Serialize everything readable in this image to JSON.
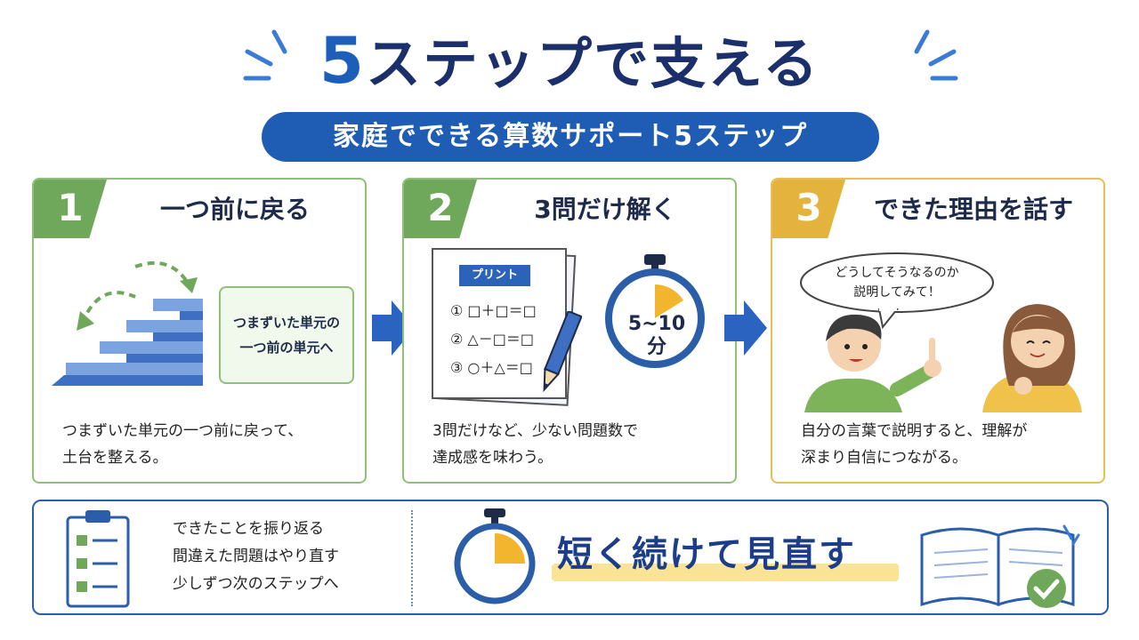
{
  "title": {
    "num": "5",
    "rest": "ステップで支える"
  },
  "subtitle": "家庭でできる算数サポート5ステップ",
  "steps": [
    {
      "num": "1",
      "title": "一つ前に戻る",
      "note": "つまずいた単元の\n一つ前の単元へ",
      "text": "つまずいた単元の一つ前に戻って、\n土台を整える。"
    },
    {
      "num": "2",
      "title": "3問だけ解く",
      "print_label": "プリント",
      "lines": [
        "① □＋□＝□",
        "② △－□＝□",
        "③ ○＋△＝□"
      ],
      "timer": "5~10\n分",
      "text": "3問だけなど、少ない問題数で\n達成感を味わう。"
    },
    {
      "num": "3",
      "title": "できた理由を話す",
      "bubble": "どうしてそうなるのか\n説明してみて！",
      "text": "自分の言葉で説明すると、理解が\n深まり自信につながる。"
    }
  ],
  "bottom": {
    "list": [
      "できたことを振り返る",
      "間違えた問題はやり直す",
      "少しずつ次のステップへ"
    ],
    "main": "短く続けて見直す"
  },
  "colors": {
    "navy": "#1b2f6b",
    "blue": "#1f5db5",
    "green": "#6fa85a",
    "gold": "#e4b33e"
  }
}
